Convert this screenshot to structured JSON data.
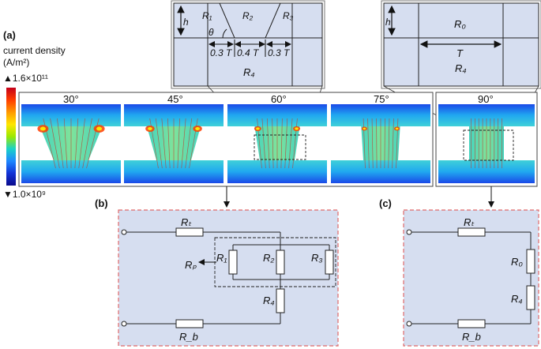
{
  "panel_labels": {
    "a": "(a)",
    "b": "(b)",
    "c": "(c)"
  },
  "colorbar": {
    "title_line1": "current density",
    "title_line2": "(A/m²)",
    "max": "▲1.6×10¹¹",
    "min": "▼1.0×10⁹",
    "colors": [
      "#c4001a",
      "#ff3d00",
      "#ff9800",
      "#ffe600",
      "#9be800",
      "#19d2c8",
      "#1e88ff",
      "#1233d6",
      "#0a0a8c"
    ]
  },
  "angles": [
    "30°",
    "45°",
    "60°",
    "75°",
    "90°"
  ],
  "inset_left": {
    "h": "h",
    "theta": "θ",
    "regions": [
      "R₁",
      "R₂",
      "R₃"
    ],
    "widths": [
      "0.3 T",
      "0.4 T",
      "0.3 T"
    ],
    "bottom": "R₄"
  },
  "inset_right": {
    "h": "h",
    "top": "R₀",
    "width": "T",
    "bottom": "R₄"
  },
  "circuit_b": {
    "rt": "Rₜ",
    "rb": "R_b",
    "rp": "Rₚ",
    "r1": "R₁",
    "r2": "R₂",
    "r3": "R₃",
    "r4": "R₄"
  },
  "circuit_c": {
    "rt": "Rₜ",
    "rb": "R_b",
    "r0": "R₀",
    "r4": "R₄"
  }
}
